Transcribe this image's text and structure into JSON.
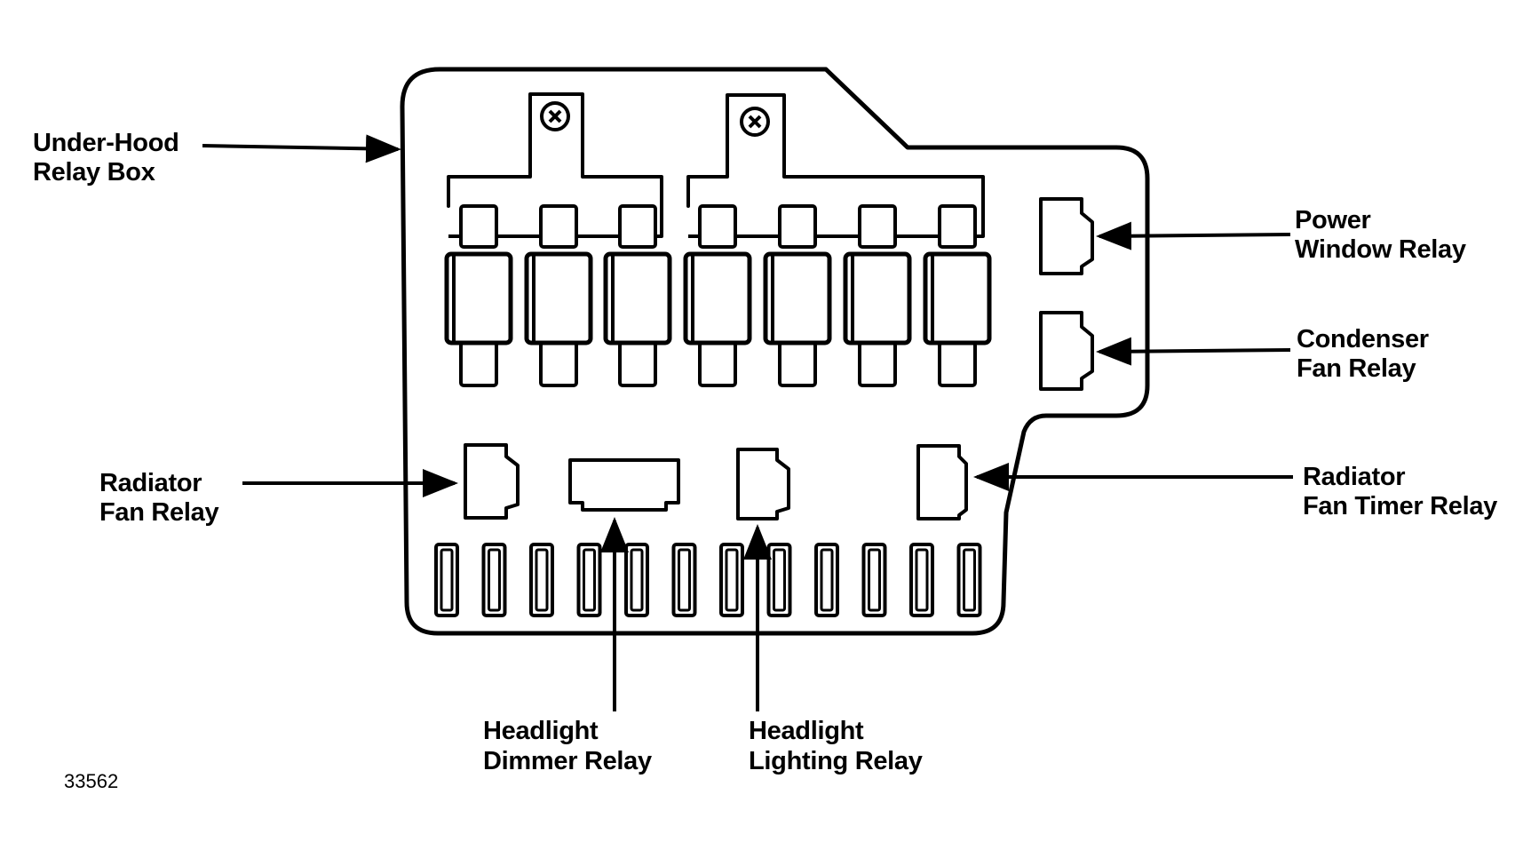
{
  "labels": {
    "under_hood_relay_box": [
      "Under-Hood",
      "Relay Box"
    ],
    "power_window_relay": [
      "Power",
      "Window Relay"
    ],
    "condenser_fan_relay": [
      "Condenser",
      "Fan Relay"
    ],
    "radiator_fan_relay": [
      "Radiator",
      "Fan Relay"
    ],
    "radiator_fan_timer_relay": [
      "Radiator",
      "Fan Timer Relay"
    ],
    "headlight_dimmer_relay": [
      "Headlight",
      "Dimmer Relay"
    ],
    "headlight_lighting_relay": [
      "Headlight",
      "Lighting Relay"
    ]
  },
  "figure_number": "33562",
  "colors": {
    "ink": "#000000",
    "paper": "#ffffff"
  }
}
